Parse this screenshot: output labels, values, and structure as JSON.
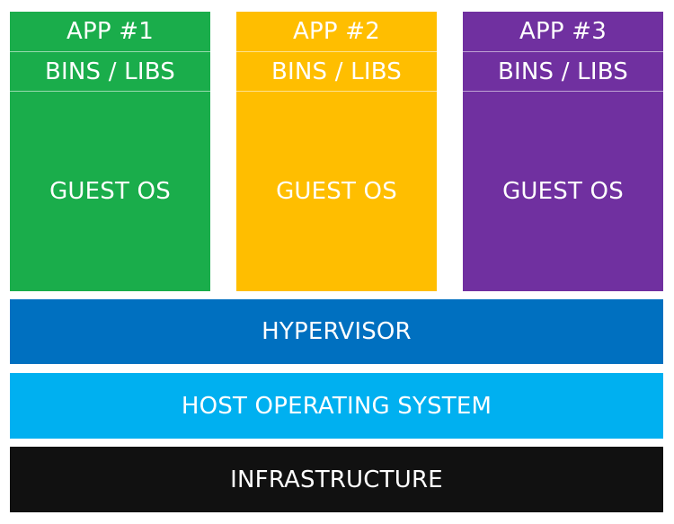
{
  "vms": [
    {
      "app": "APP #1",
      "bins": "BINS / LIBS",
      "os": "GUEST OS",
      "color": "#1aad4b"
    },
    {
      "app": "APP #2",
      "bins": "BINS / LIBS",
      "os": "GUEST OS",
      "color": "#ffbe00"
    },
    {
      "app": "APP #3",
      "bins": "BINS / LIBS",
      "os": "GUEST OS",
      "color": "#7030a0"
    }
  ],
  "layers": {
    "hypervisor": {
      "label": "HYPERVISOR",
      "color": "#0070c0"
    },
    "host_os": {
      "label": "HOST OPERATING SYSTEM",
      "color": "#00b0f0"
    },
    "infrastructure": {
      "label": "INFRASTRUCTURE",
      "color": "#111111"
    }
  }
}
